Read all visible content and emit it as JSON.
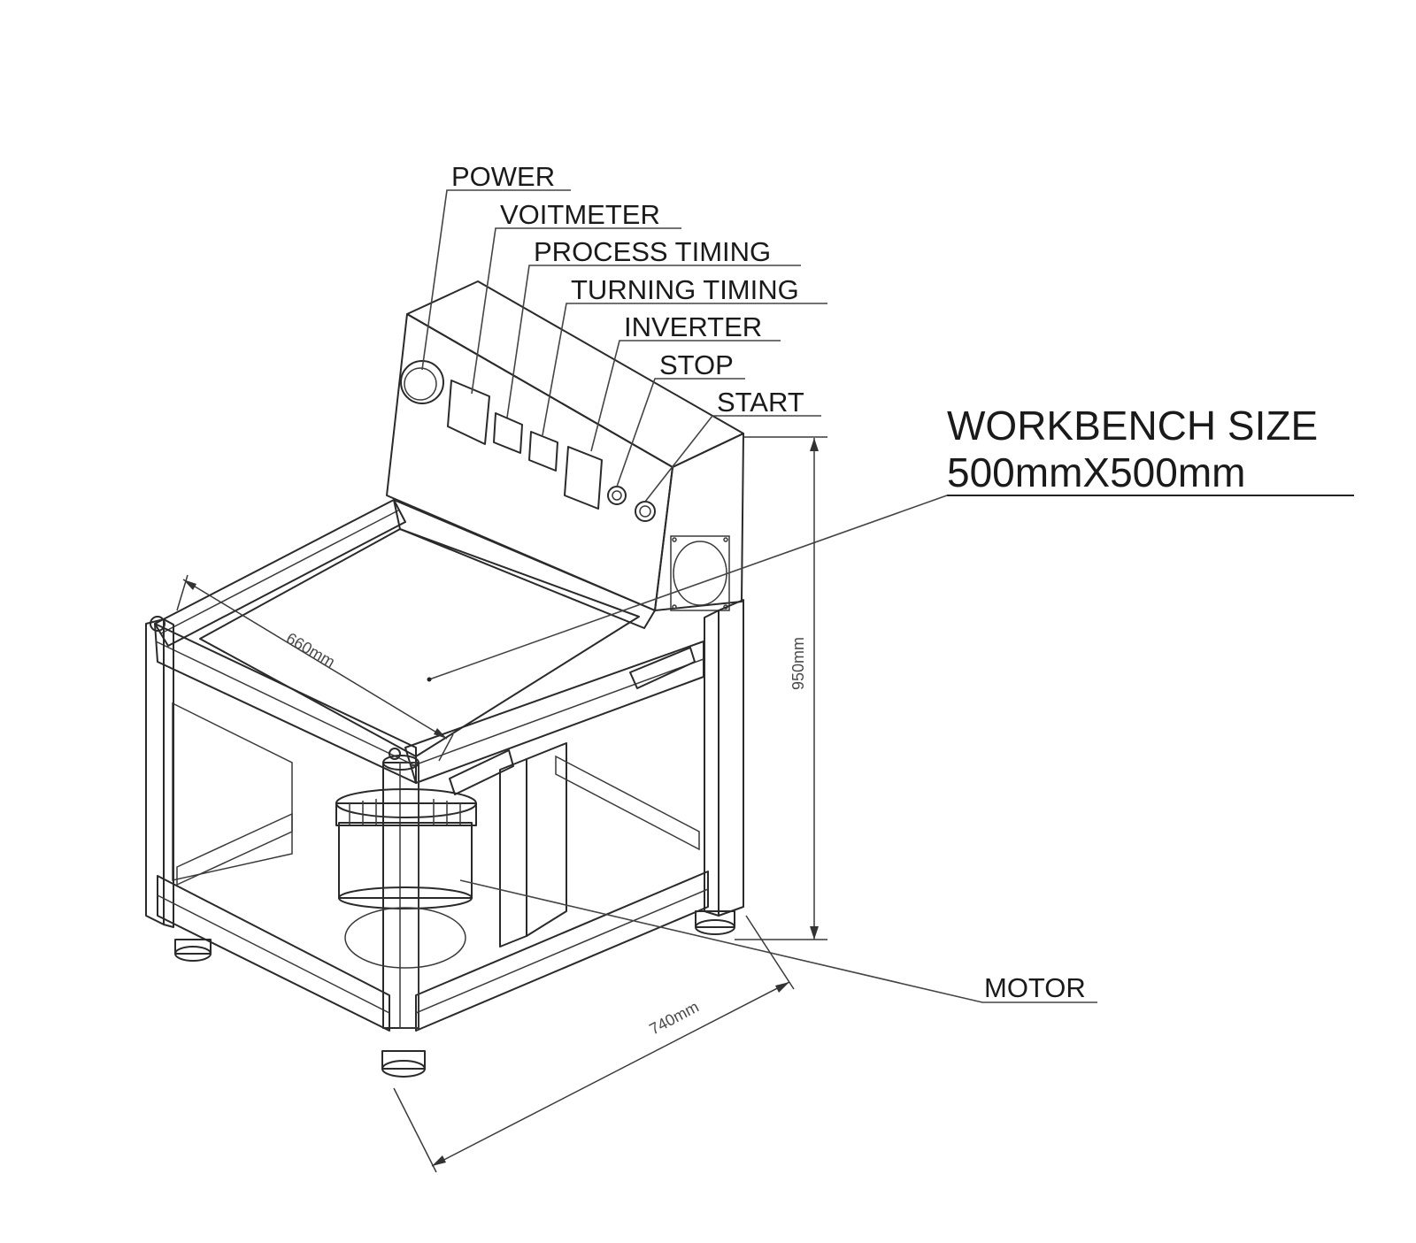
{
  "colors": {
    "frame_fill": "#c8b6d2",
    "frame_light": "#e2d6e8",
    "panel_face": "#eeeeee",
    "ink": "#2a2a2a"
  },
  "labels": {
    "power": "POWER",
    "voltmeter": "VOITMETER",
    "process_timing": "PROCESS TIMING",
    "turning_timing": "TURNING TIMING",
    "inverter": "INVERTER",
    "stop": "STOP",
    "start": "START",
    "motor": "MOTOR"
  },
  "workbench": {
    "title": "WORKBENCH SIZE",
    "size": "500mmX500mm"
  },
  "dimensions": {
    "depth": "660mm",
    "width": "740mm",
    "height": "950mm"
  }
}
